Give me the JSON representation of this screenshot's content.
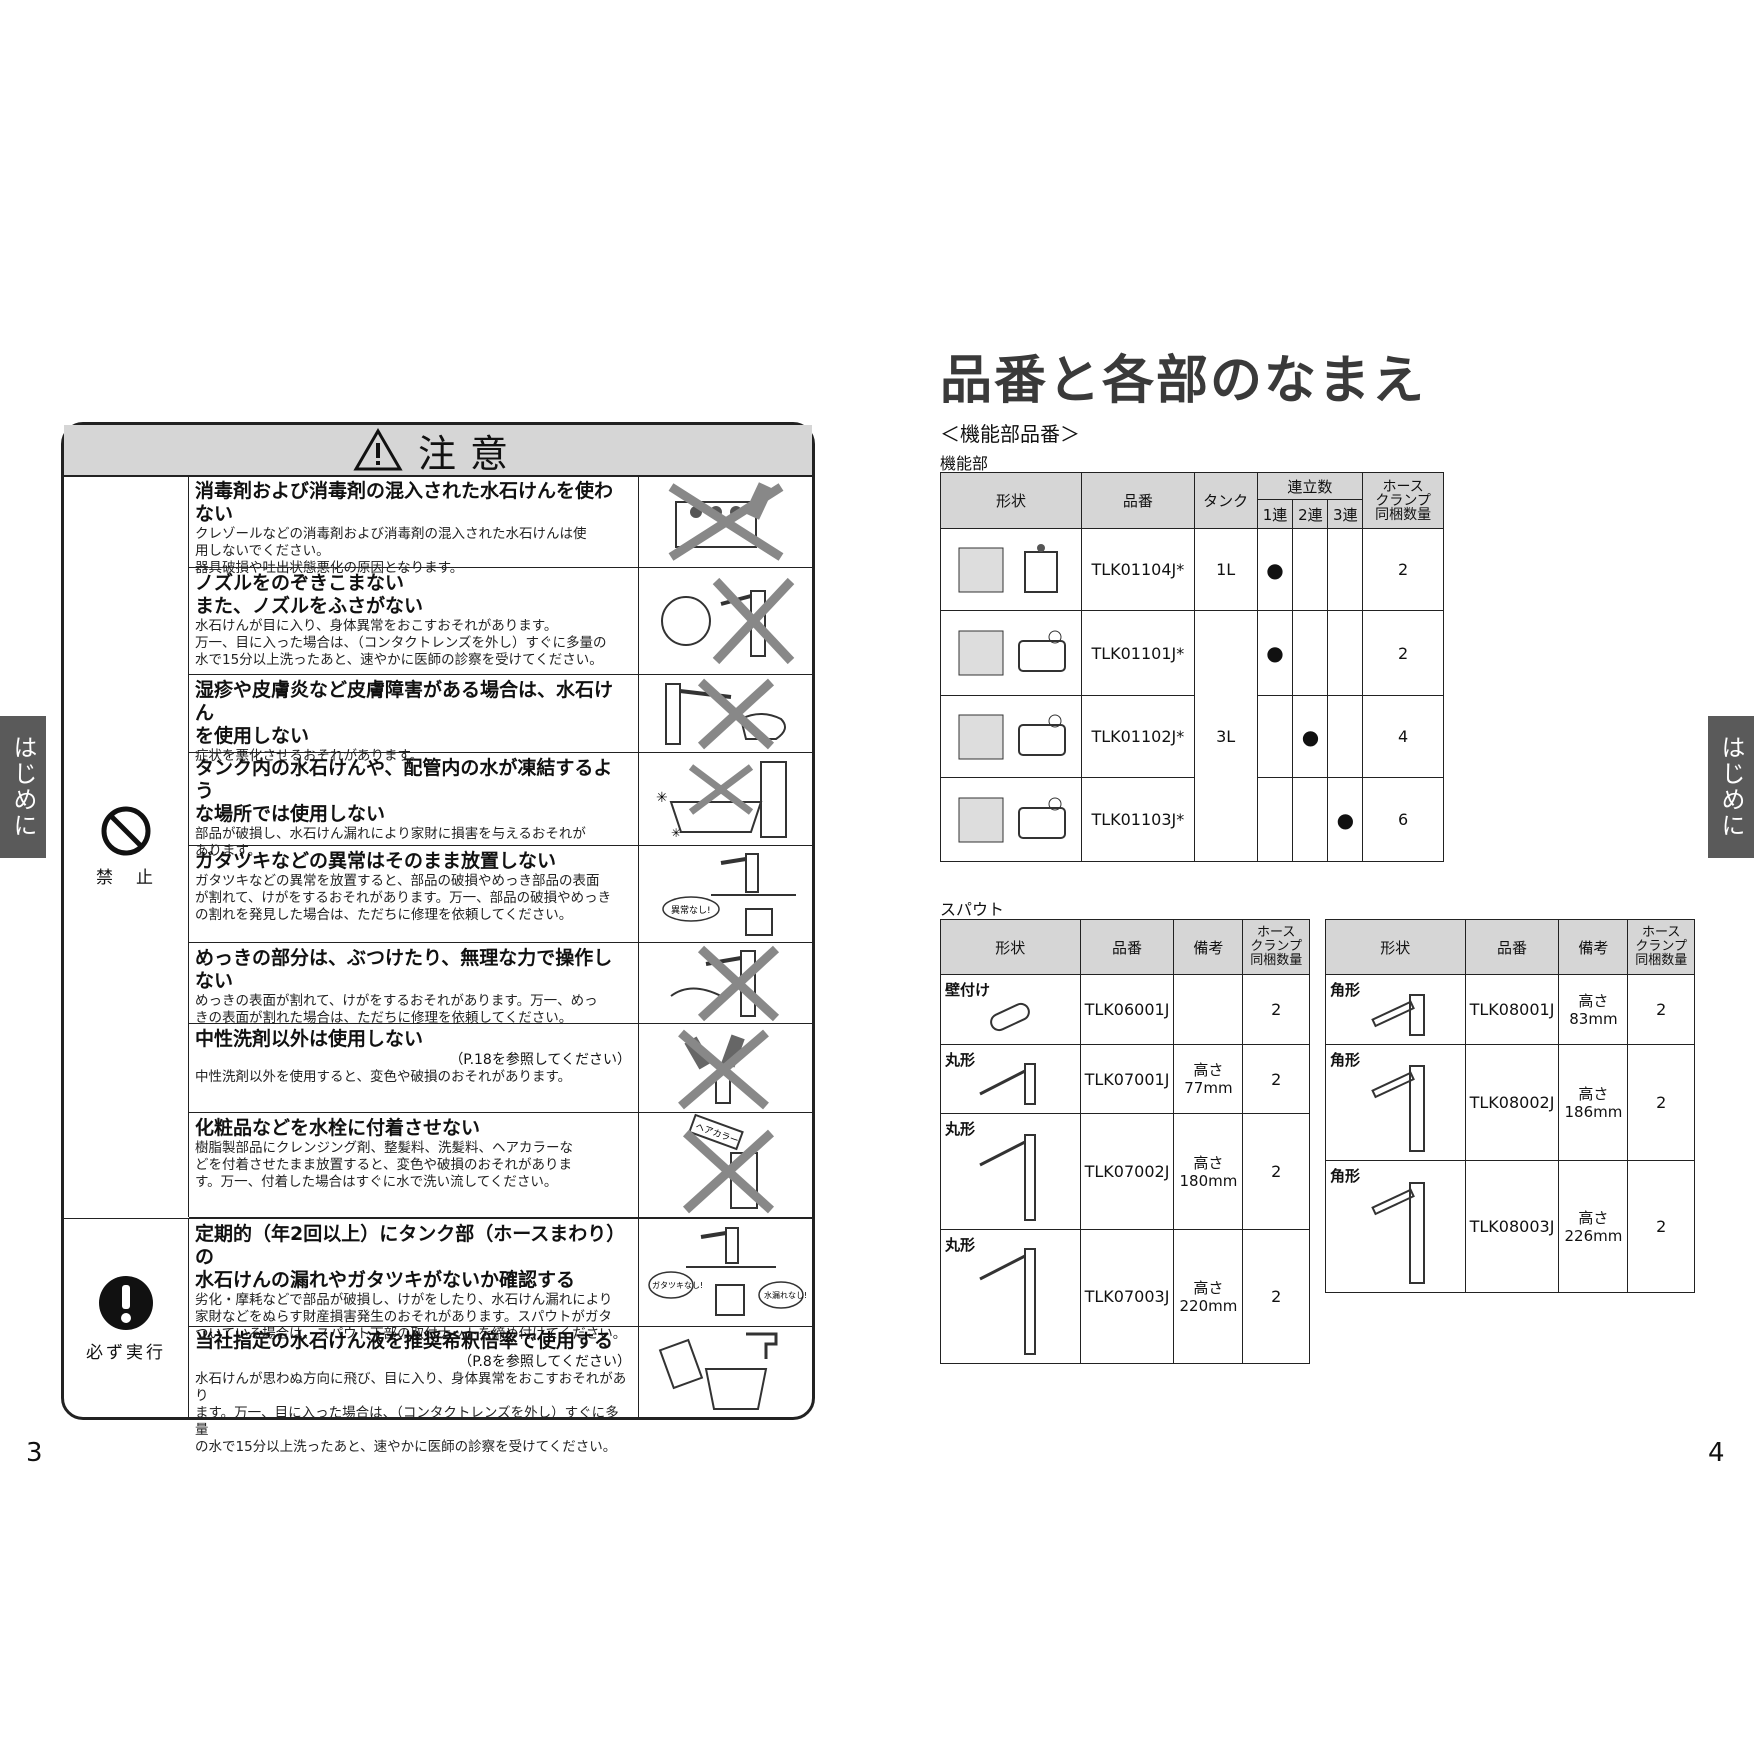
{
  "side_tab": "はじめに",
  "page_left": "3",
  "page_right": "4",
  "caution": {
    "title": "注意",
    "categories": [
      {
        "label": "禁　止",
        "icon": "prohibited-icon"
      },
      {
        "label": "必ず実行",
        "icon": "mandatory-icon"
      }
    ],
    "rows": [
      {
        "heading": "消毒剤および消毒剤の混入された水石けんを使わない",
        "ref": "",
        "body": "クレゾールなどの消毒剤および消毒剤の混入された水石けんは使\n用しないでください。\n器具破損や吐出状態悪化の原因となります。"
      },
      {
        "heading": "ノズルをのぞきこまない\nまた、ノズルをふさがない",
        "ref": "",
        "body": "水石けんが目に入り、身体異常をおこすおそれがあります。\n万一、目に入った場合は、（コンタクトレンズを外し）すぐに多量の\n水で15分以上洗ったあと、速やかに医師の診察を受けてください。"
      },
      {
        "heading": "湿疹や皮膚炎など皮膚障害がある場合は、水石けん\nを使用しない",
        "ref": "",
        "body": "症状を悪化させるおそれがあります。"
      },
      {
        "heading": "タンク内の水石けんや、配管内の水が凍結するよう\nな場所では使用しない",
        "ref": "",
        "body": "部品が破損し、水石けん漏れにより家財に損害を与えるおそれが\nあります。"
      },
      {
        "heading": "ガタツキなどの異常はそのまま放置しない",
        "ref": "",
        "body": "ガタツキなどの異常を放置すると、部品の破損やめっき部品の表面\nが割れて、けがをするおそれがあります。万一、部品の破損やめっき\nの割れを発見した場合は、ただちに修理を依頼してください。"
      },
      {
        "heading": "めっきの部分は、ぶつけたり、無理な力で操作しない",
        "ref": "",
        "body": "めっきの表面が割れて、けがをするおそれがあります。万一、めっ\nきの表面が割れた場合は、ただちに修理を依頼してください。"
      },
      {
        "heading": "中性洗剤以外は使用しない",
        "ref": "（P.18を参照してください）",
        "body": "中性洗剤以外を使用すると、変色や破損のおそれがあります。"
      },
      {
        "heading": "化粧品などを水栓に付着させない",
        "ref": "",
        "body": "樹脂製部品にクレンジング剤、整髪料、洗髪料、ヘアカラーな\nどを付着させたまま放置すると、変色や破損のおそれがありま\nす。万一、付着した場合はすぐに水で洗い流してください。"
      },
      {
        "heading": "定期的（年2回以上）にタンク部（ホースまわり）の\n水石けんの漏れやガタツキがないか確認する",
        "ref": "",
        "body": "劣化・摩耗などで部品が破損し、けがをしたり、水石けん漏れにより\n家財などをぬらす財産損害発生のおそれがあります。スパウトがガタ\nついている場合は、スパウト下部の取付ナットを締め付けてください。"
      },
      {
        "heading": "当社指定の水石けん液を推奨希釈倍率で使用する",
        "ref": "（P.8を参照してください）",
        "body": "水石けんが思わぬ方向に飛び、目に入り、身体異常をおこすおそれがあり\nます。万一、目に入った場合は、（コンタクトレンズを外し）すぐに多量\nの水で15分以上洗ったあと、速やかに医師の診察を受けてください。"
      }
    ],
    "illus_labels": [
      "異常なし!",
      "ガタツキなし!",
      "水漏れなし!",
      "ヘアカラー"
    ]
  },
  "right": {
    "title": "品番と各部のなまえ",
    "section": "＜機能部品番＞",
    "func_caption": "機能部",
    "func_headers": {
      "shape": "形状",
      "part": "品番",
      "tank": "タンク",
      "group": "連立数",
      "s1": "1連",
      "s2": "2連",
      "s3": "3連",
      "hose": "ホース\nクランプ\n同梱数量"
    },
    "func_rows": [
      {
        "part": "TLK01104J*",
        "tank": "1L",
        "s1": "●",
        "s2": "",
        "s3": "",
        "hose": "2"
      },
      {
        "part": "TLK01101J*",
        "tank": "",
        "s1": "●",
        "s2": "",
        "s3": "",
        "hose": "2"
      },
      {
        "part": "TLK01102J*",
        "tank": "3L",
        "s1": "",
        "s2": "●",
        "s3": "",
        "hose": "4"
      },
      {
        "part": "TLK01103J*",
        "tank": "",
        "s1": "",
        "s2": "",
        "s3": "●",
        "hose": "6"
      }
    ],
    "spout_caption": "スパウト",
    "spout_headers": {
      "shape": "形状",
      "part": "品番",
      "note": "備考",
      "hose": "ホース\nクランプ\n同梱数量"
    },
    "spout_left": [
      {
        "shape": "壁付け",
        "part": "TLK06001J",
        "note": "",
        "hose": "2"
      },
      {
        "shape": "丸形",
        "part": "TLK07001J",
        "note": "高さ\n77mm",
        "hose": "2"
      },
      {
        "shape": "丸形",
        "part": "TLK07002J",
        "note": "高さ\n180mm",
        "hose": "2"
      },
      {
        "shape": "丸形",
        "part": "TLK07003J",
        "note": "高さ\n220mm",
        "hose": "2"
      }
    ],
    "spout_right": [
      {
        "shape": "角形",
        "part": "TLK08001J",
        "note": "高さ\n83mm",
        "hose": "2"
      },
      {
        "shape": "角形",
        "part": "TLK08002J",
        "note": "高さ\n186mm",
        "hose": "2"
      },
      {
        "shape": "角形",
        "part": "TLK08003J",
        "note": "高さ\n226mm",
        "hose": "2"
      }
    ]
  }
}
